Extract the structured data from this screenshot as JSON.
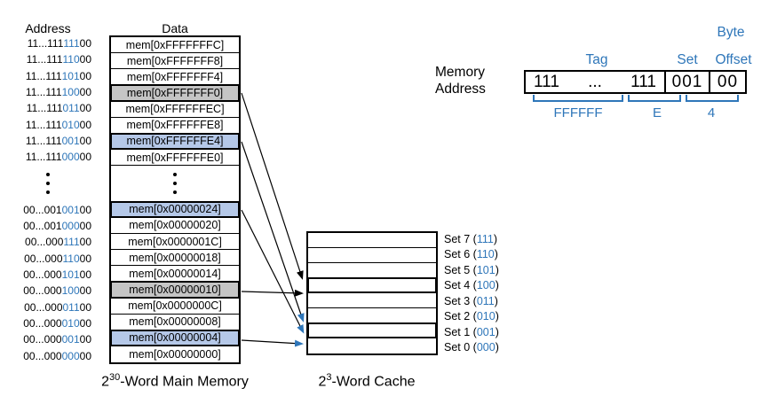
{
  "memory": {
    "col_headers": {
      "address": "Address",
      "data": "Data"
    },
    "caption": {
      "base": "2",
      "sup": "30",
      "rest": "-Word Main Memory"
    },
    "rows": [
      {
        "addr_hi": "11...111",
        "addr_set": "111",
        "addr_lo": "00",
        "data": "mem[0xFFFFFFFC]",
        "hl": "none"
      },
      {
        "addr_hi": "11...111",
        "addr_set": "110",
        "addr_lo": "00",
        "data": "mem[0xFFFFFFF8]",
        "hl": "none"
      },
      {
        "addr_hi": "11...111",
        "addr_set": "101",
        "addr_lo": "00",
        "data": "mem[0xFFFFFFF4]",
        "hl": "none"
      },
      {
        "addr_hi": "11...111",
        "addr_set": "100",
        "addr_lo": "00",
        "data": "mem[0xFFFFFFF0]",
        "hl": "gray"
      },
      {
        "addr_hi": "11...111",
        "addr_set": "011",
        "addr_lo": "00",
        "data": "mem[0xFFFFFFEC]",
        "hl": "none"
      },
      {
        "addr_hi": "11...111",
        "addr_set": "010",
        "addr_lo": "00",
        "data": "mem[0xFFFFFFE8]",
        "hl": "none"
      },
      {
        "addr_hi": "11...111",
        "addr_set": "001",
        "addr_lo": "00",
        "data": "mem[0xFFFFFFE4]",
        "hl": "blue"
      },
      {
        "addr_hi": "11...111",
        "addr_set": "000",
        "addr_lo": "00",
        "data": "mem[0xFFFFFFE0]",
        "hl": "none"
      },
      {
        "addr_hi": "00...001",
        "addr_set": "001",
        "addr_lo": "00",
        "data": "mem[0x00000024]",
        "hl": "blue"
      },
      {
        "addr_hi": "00...001",
        "addr_set": "000",
        "addr_lo": "00",
        "data": "mem[0x00000020]",
        "hl": "none"
      },
      {
        "addr_hi": "00...000",
        "addr_set": "111",
        "addr_lo": "00",
        "data": "mem[0x0000001C]",
        "hl": "none"
      },
      {
        "addr_hi": "00...000",
        "addr_set": "110",
        "addr_lo": "00",
        "data": "mem[0x00000018]",
        "hl": "none"
      },
      {
        "addr_hi": "00...000",
        "addr_set": "101",
        "addr_lo": "00",
        "data": "mem[0x00000014]",
        "hl": "none"
      },
      {
        "addr_hi": "00...000",
        "addr_set": "100",
        "addr_lo": "00",
        "data": "mem[0x00000010]",
        "hl": "gray"
      },
      {
        "addr_hi": "00...000",
        "addr_set": "011",
        "addr_lo": "00",
        "data": "mem[0x0000000C]",
        "hl": "none"
      },
      {
        "addr_hi": "00...000",
        "addr_set": "010",
        "addr_lo": "00",
        "data": "mem[0x00000008]",
        "hl": "none"
      },
      {
        "addr_hi": "00...000",
        "addr_set": "001",
        "addr_lo": "00",
        "data": "mem[0x00000004]",
        "hl": "blue"
      },
      {
        "addr_hi": "00...000",
        "addr_set": "000",
        "addr_lo": "00",
        "data": "mem[0x00000000]",
        "hl": "none"
      }
    ],
    "ellipsis_after_row": 8
  },
  "cache": {
    "caption": {
      "base": "2",
      "sup": "3",
      "rest": "-Word Cache"
    },
    "sets": [
      {
        "name": "Set 7",
        "open_paren": "(",
        "bits": "111",
        "close_paren": ")",
        "hl": "none"
      },
      {
        "name": "Set 6",
        "open_paren": "(",
        "bits": "110",
        "close_paren": ")",
        "hl": "none"
      },
      {
        "name": "Set 5",
        "open_paren": "(",
        "bits": "101",
        "close_paren": ")",
        "hl": "none"
      },
      {
        "name": "Set 4",
        "open_paren": "(",
        "bits": "100",
        "close_paren": ")",
        "hl": "gray"
      },
      {
        "name": "Set 3",
        "open_paren": "(",
        "bits": "011",
        "close_paren": ")",
        "hl": "none"
      },
      {
        "name": "Set 2",
        "open_paren": "(",
        "bits": "010",
        "close_paren": ")",
        "hl": "none"
      },
      {
        "name": "Set 1",
        "open_paren": "(",
        "bits": "001",
        "close_paren": ")",
        "hl": "blue"
      },
      {
        "name": "Set 0",
        "open_paren": "(",
        "bits": "000",
        "close_paren": ")",
        "hl": "none"
      }
    ]
  },
  "address_breakdown": {
    "label_line1": "Memory",
    "label_line2": "Address",
    "tag_left": "111",
    "tag_dots": "...",
    "tag_right": "111",
    "set_value": "001",
    "offset_value": "00",
    "field_labels": {
      "tag": "Tag",
      "set": "Set",
      "byte": "Byte",
      "offset": "Offset"
    },
    "hex_labels": [
      "FFFFFF",
      "E",
      "4"
    ]
  },
  "mappings": [
    {
      "from": "mem[0xFFFFFFF0]",
      "to": "Set 4",
      "color": "black"
    },
    {
      "from": "mem[0xFFFFFFE4]",
      "to": "Set 1",
      "color": "blue"
    },
    {
      "from": "mem[0x00000024]",
      "to": "Set 1",
      "color": "blue"
    },
    {
      "from": "mem[0x00000010]",
      "to": "Set 4",
      "color": "black"
    },
    {
      "from": "mem[0x00000004]",
      "to": "Set 1",
      "color": "blue"
    }
  ],
  "colors": {
    "accent": "#2E76B9",
    "row_blue": "#B5C8E8",
    "row_gray": "#C5C5C5"
  }
}
